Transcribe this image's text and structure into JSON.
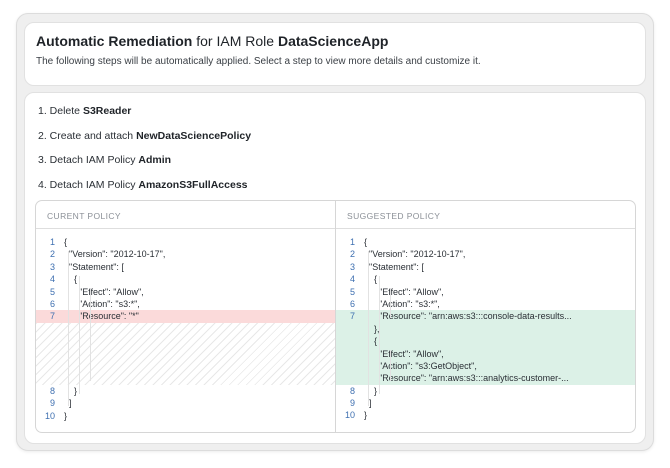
{
  "header": {
    "title_bold": "Automatic Remediation",
    "title_mid": " for IAM Role ",
    "title_role": "DataScienceApp",
    "subtitle": "The following steps will be automatically applied. Select a step to view more details and customize it."
  },
  "steps": [
    {
      "prefix": "1. Delete ",
      "bold": "S3Reader"
    },
    {
      "prefix": "2. Create and attach ",
      "bold": "NewDataSciencePolicy"
    },
    {
      "prefix": "3. Detach IAM Policy ",
      "bold": "Admin"
    },
    {
      "prefix": "4. Detach IAM Policy ",
      "bold": "AmazonS3FullAccess"
    }
  ],
  "diff": {
    "left_header": "CURENT POLICY",
    "right_header": "SUGGESTED POLICY",
    "left_lines": [
      {
        "n": "1",
        "t": "{"
      },
      {
        "n": "2",
        "t": "  \"Version\": \"2012-10-17\","
      },
      {
        "n": "3",
        "t": "  \"Statement\": ["
      },
      {
        "n": "4",
        "t": "    {"
      },
      {
        "n": "5",
        "t": "      \"Effect\": \"Allow\","
      },
      {
        "n": "6",
        "t": "      \"Action\": \"s3:*\","
      },
      {
        "n": "7",
        "t": "      \"Resource\": \"*\""
      },
      {
        "n": "8",
        "t": "    }"
      },
      {
        "n": "9",
        "t": "  ]"
      },
      {
        "n": "10",
        "t": "}"
      }
    ],
    "right_lines": [
      {
        "n": "1",
        "t": "{"
      },
      {
        "n": "2",
        "t": "  \"Version\": \"2012-10-17\","
      },
      {
        "n": "3",
        "t": "  \"Statement\": ["
      },
      {
        "n": "4",
        "t": "    {"
      },
      {
        "n": "5",
        "t": "      \"Effect\": \"Allow\","
      },
      {
        "n": "6",
        "t": "      \"Action\": \"s3:*\","
      },
      {
        "n": "7",
        "t": "      \"Resource\": \"arn:aws:s3:::console-data-results..."
      },
      {
        "n": "",
        "t": "    },"
      },
      {
        "n": "",
        "t": "    {"
      },
      {
        "n": "",
        "t": "      \"Effect\": \"Allow\","
      },
      {
        "n": "",
        "t": "      \"Action\": \"s3:GetObject\","
      },
      {
        "n": "",
        "t": "      \"Resource\": \"arn:aws:s3:::analytics-customer-..."
      },
      {
        "n": "8",
        "t": "    }"
      },
      {
        "n": "9",
        "t": "  ]"
      },
      {
        "n": "10",
        "t": "}"
      }
    ]
  },
  "colors": {
    "removed_line": "#fbdada",
    "added_line": "#dcf1e7",
    "line_number": "#3e6fb0"
  }
}
